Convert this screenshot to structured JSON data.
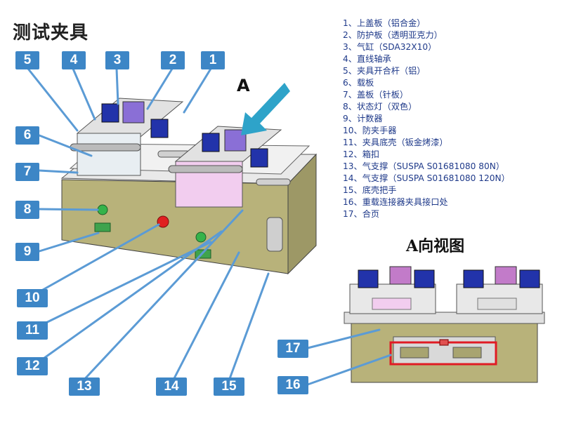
{
  "title": "测试夹具",
  "view_title": "A向视图",
  "arrow_label": "A",
  "parts": [
    "1、上盖板（铝合金）",
    "2、防护板（透明亚克力）",
    "3、气缸（SDA32X10）",
    "4、直线轴承",
    "5、夹具开合杆（铝）",
    "6、载板",
    "7、盖板（针板）",
    "8、状态灯（双色）",
    "9、计数器",
    "10、防夹手器",
    "11、夹具底壳（钣金烤漆）",
    "12、箱扣",
    "13、气支撑（SUSPA S01681080  80N）",
    "14、气支撑（SUSPA S01681080  120N）",
    "15、底壳把手",
    "16、重载连接器夹具接口处",
    "17、合页"
  ],
  "callouts": [
    "1",
    "2",
    "3",
    "4",
    "5",
    "6",
    "7",
    "8",
    "9",
    "10",
    "11",
    "12",
    "13",
    "14",
    "15",
    "16",
    "17"
  ],
  "colors": {
    "callout_bg": "#3d86c6",
    "leader": "#5b9bd5",
    "arrow": "#2ea3c9",
    "body_olive": "#b8b27a",
    "highlight": "#e01b24"
  }
}
